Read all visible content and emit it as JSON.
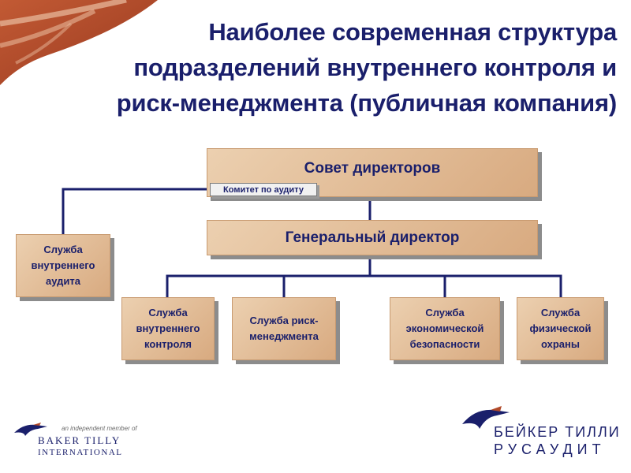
{
  "title_lines": [
    "Наиболее современная структура",
    "подразделений внутреннего контроля и",
    "риск-менеджмента (публичная компания)"
  ],
  "board": {
    "label": "Совет директоров",
    "committee": "Комитет по аудиту"
  },
  "ceo": {
    "label": "Генеральный директор"
  },
  "audit": {
    "label": "Служба внутреннего аудита"
  },
  "departments": [
    {
      "label": "Служба внутреннего контроля"
    },
    {
      "label": "Служба риск-менеджмента"
    },
    {
      "label": "Служба экономической безопасности"
    },
    {
      "label": "Служба физической охраны"
    }
  ],
  "logo_left": {
    "tagline": "an independent member of",
    "line1": "BAKER TILLY",
    "line2": "INTERNATIONAL"
  },
  "logo_right": {
    "line1": "БЕЙКЕР ТИЛЛИ",
    "line2": "РУСАУДИТ"
  },
  "colors": {
    "title": "#1a1f6b",
    "box_fill": "#dcb08a",
    "connector": "#1a1f6b",
    "corner_accent": "#b14a2a"
  }
}
